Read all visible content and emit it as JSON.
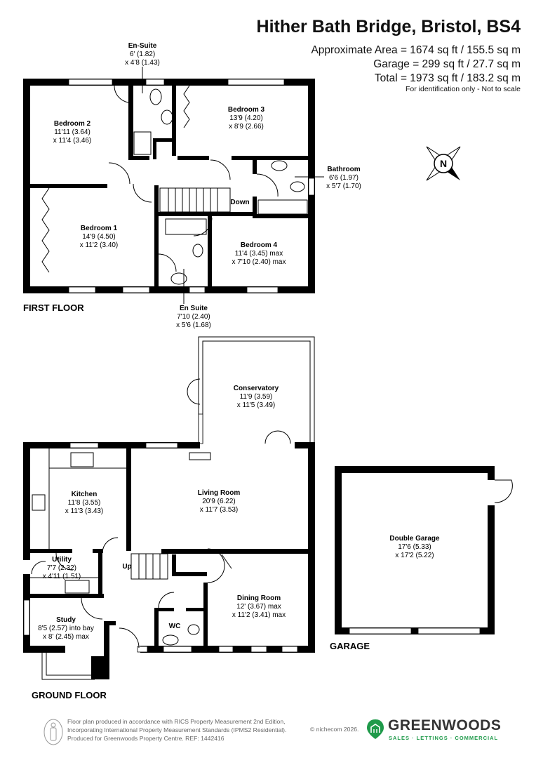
{
  "header": {
    "title": "Hither Bath Bridge, Bristol, BS4",
    "approx_area": "Approximate Area = 1674 sq ft / 155.5 sq m",
    "garage_area": "Garage = 299 sq ft / 27.7 sq m",
    "total_area": "Total = 1973 sq ft / 183.2 sq m",
    "note": "For identification only - Not to scale"
  },
  "first_floor": {
    "label": "FIRST FLOOR",
    "stairs_label": "Down",
    "rooms": [
      {
        "name": "En-Suite",
        "dim1": "6' (1.82)",
        "dim2": "x 4'8 (1.43)"
      },
      {
        "name": "Bedroom 2",
        "dim1": "11'11 (3.64)",
        "dim2": "x 11'4 (3.46)"
      },
      {
        "name": "Bedroom 3",
        "dim1": "13'9 (4.20)",
        "dim2": "x 8'9 (2.66)"
      },
      {
        "name": "Bathroom",
        "dim1": "6'6 (1.97)",
        "dim2": "x 5'7 (1.70)"
      },
      {
        "name": "Bedroom 1",
        "dim1": "14'9 (4.50)",
        "dim2": "x 11'2 (3.40)"
      },
      {
        "name": "Bedroom 4",
        "dim1": "11'4 (3.45) max",
        "dim2": "x 7'10 (2.40) max"
      },
      {
        "name": "En Suite",
        "dim1": "7'10 (2.40)",
        "dim2": "x 5'6 (1.68)"
      }
    ]
  },
  "ground_floor": {
    "label": "GROUND FLOOR",
    "stairs_label": "Up",
    "rooms": [
      {
        "name": "Conservatory",
        "dim1": "11'9 (3.59)",
        "dim2": "x 11'5 (3.49)"
      },
      {
        "name": "Kitchen",
        "dim1": "11'8 (3.55)",
        "dim2": "x 11'3 (3.43)"
      },
      {
        "name": "Living Room",
        "dim1": "20'9 (6.22)",
        "dim2": "x 11'7 (3.53)"
      },
      {
        "name": "Utility",
        "dim1": "7'7 (2.32)",
        "dim2": "x 4'11 (1.51)"
      },
      {
        "name": "Dining Room",
        "dim1": "12' (3.67) max",
        "dim2": "x 11'2 (3.41) max"
      },
      {
        "name": "Study",
        "dim1": "8'5 (2.57) into bay",
        "dim2": "x 8' (2.45) max"
      },
      {
        "name": "WC"
      }
    ]
  },
  "garage": {
    "label": "GARAGE",
    "room": {
      "name": "Double Garage",
      "dim1": "17'6 (5.33)",
      "dim2": "x 17'2 (5.22)"
    }
  },
  "compass": {
    "label": "N",
    "icon": "compass-north-icon"
  },
  "footer": {
    "line1": "Floor plan produced in accordance with RICS Property Measurement 2nd Edition,",
    "line2": "Incorporating International Property Measurement Standards (IPMS2 Residential).",
    "line3": "Produced for Greenwoods Property Centre.   REF: 1442416",
    "copyright": "© nichecom 2026.",
    "brand": "GREENWOODS",
    "tagline": "SALES · LETTINGS · COMMERCIAL",
    "brand_color": "#1f9a4a"
  }
}
